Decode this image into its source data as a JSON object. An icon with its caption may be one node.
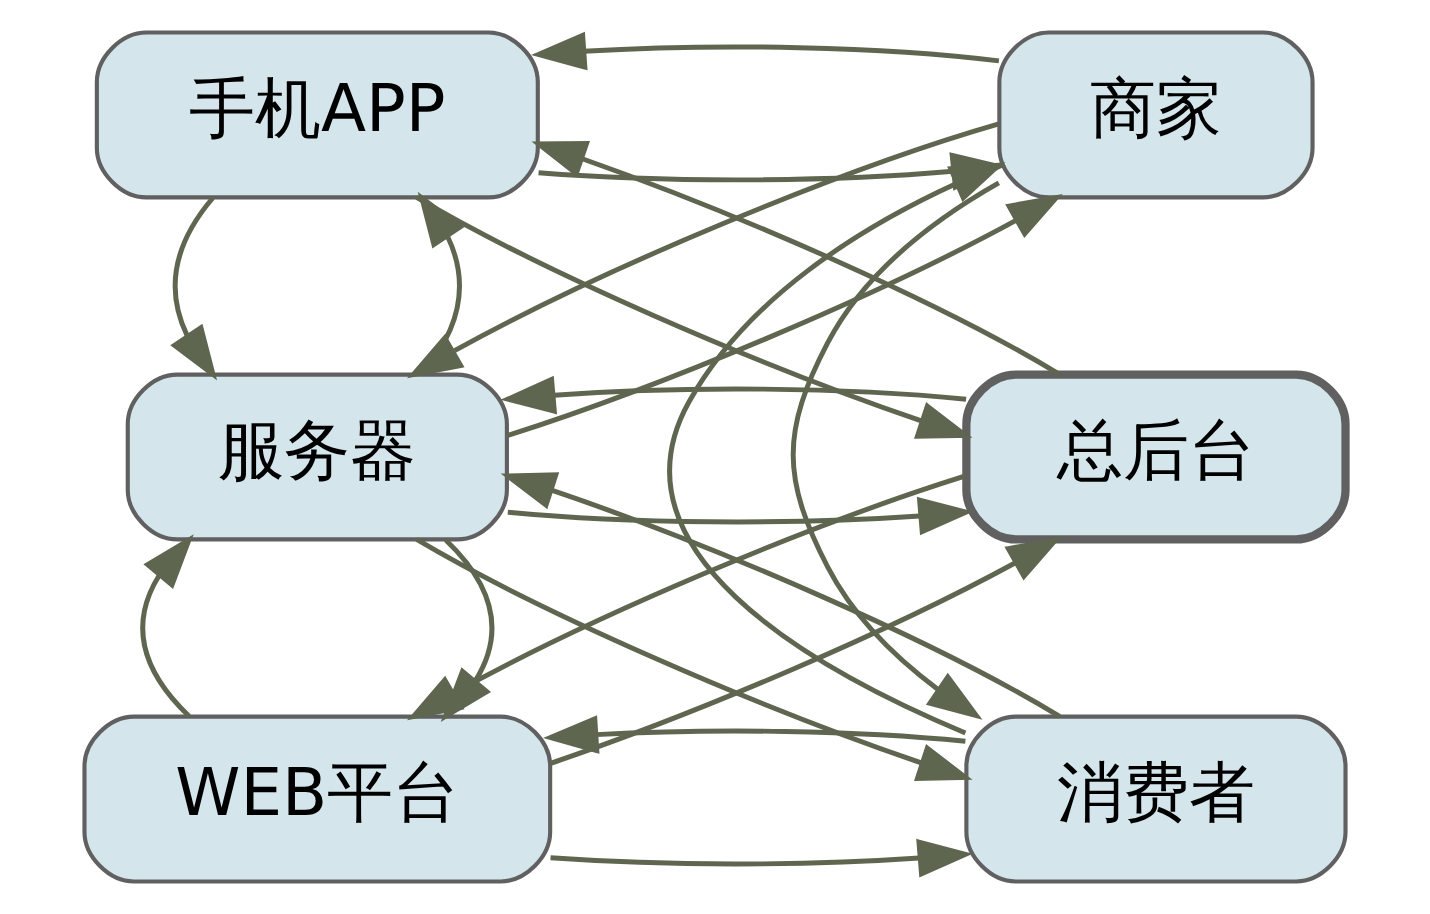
{
  "diagram": {
    "nodes": [
      {
        "text": [
          "WEB平台"
        ]
      },
      {
        "text": [
          "消费者"
        ]
      },
      {
        "text": [
          "总后台"
        ]
      },
      {
        "text": [
          "服务器"
        ]
      },
      {
        "text": [
          "商家"
        ]
      },
      {
        "text": [
          "手机APP"
        ]
      }
    ],
    "edges": [
      {
        "from": 0,
        "to": 1,
        "arrow": "to"
      },
      {
        "from": 1,
        "to": 0,
        "arrow": "to"
      },
      {
        "from": 2,
        "to": 0,
        "arrow": "to"
      },
      {
        "from": 0,
        "to": 2,
        "arrow": "to"
      },
      {
        "from": 3,
        "to": 0,
        "arrow": "to"
      },
      {
        "from": 0,
        "to": 3,
        "arrow": "to"
      },
      {
        "from": 3,
        "to": 1,
        "arrow": "to"
      },
      {
        "from": 1,
        "to": 3,
        "arrow": "to"
      },
      {
        "from": 4,
        "to": 1,
        "arrow": "to"
      },
      {
        "from": 1,
        "to": 4,
        "arrow": "to"
      },
      {
        "from": 3,
        "to": 2,
        "arrow": "to"
      },
      {
        "from": 2,
        "to": 3,
        "arrow": "to"
      },
      {
        "from": 3,
        "to": 4,
        "arrow": "to"
      },
      {
        "from": 4,
        "to": 3,
        "arrow": "to"
      },
      {
        "from": 3,
        "to": 5,
        "arrow": "to"
      },
      {
        "from": 5,
        "to": 3,
        "arrow": "to"
      },
      {
        "from": 2,
        "to": 5,
        "arrow": "to"
      },
      {
        "from": 5,
        "to": 2,
        "arrow": "to"
      },
      {
        "from": 5,
        "to": 4,
        "arrow": "to"
      },
      {
        "from": 4,
        "to": 5,
        "arrow": "to"
      }
    ]
  }
}
